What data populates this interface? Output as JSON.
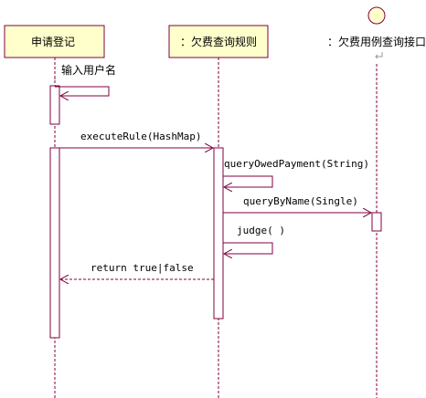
{
  "lifelines": [
    {
      "id": "apply",
      "label": "申请登记"
    },
    {
      "id": "rule",
      "label": "：欠费查询规则"
    },
    {
      "id": "iface",
      "label": "：欠费用例查询接口"
    }
  ],
  "messages": [
    {
      "id": "self-input-username",
      "label": "输入用户名",
      "kind": "self"
    },
    {
      "id": "execute-rule",
      "label": "executeRule(HashMap)",
      "kind": "call"
    },
    {
      "id": "query-owed-payment",
      "label": "queryOwedPayment(String)",
      "kind": "self"
    },
    {
      "id": "query-by-name",
      "label": "queryByName(Single)",
      "kind": "call"
    },
    {
      "id": "judge",
      "label": "judge( )",
      "kind": "self"
    },
    {
      "id": "return-result",
      "label": "return true|false",
      "kind": "return"
    }
  ],
  "colors": {
    "box_fill": "#ffffcc",
    "line": "#800040",
    "text": "#000000"
  },
  "icons": {
    "interface_symbol": "interface-circle-icon",
    "return_glyph": "enter-arrow-icon"
  }
}
